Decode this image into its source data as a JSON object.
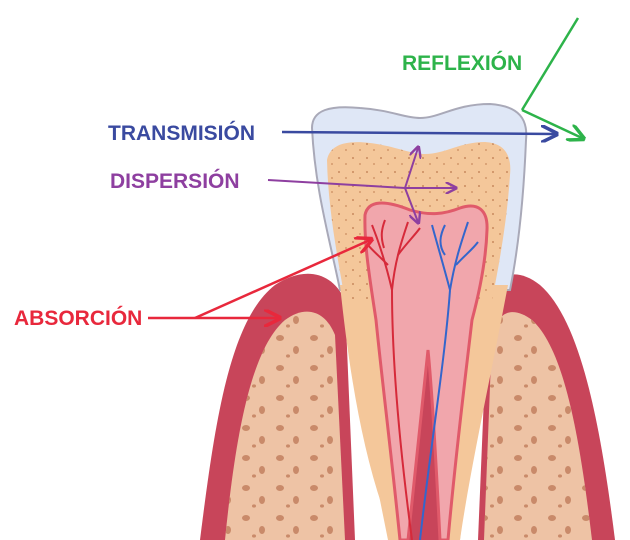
{
  "labels": {
    "reflexion": "REFLEXIÓN",
    "transmision": "TRANSMISIÓN",
    "dispersion": "DISPERSIÓN",
    "absorcion": "ABSORCIÓN"
  },
  "colors": {
    "reflexion": "#2db34a",
    "transmision": "#3a4aa0",
    "dispersion": "#8e3fa0",
    "absorcion": "#e8283c",
    "enamel": "#c9d6ee",
    "dentin": "#f4c79a",
    "pulp": "#e86c7a",
    "gum": "#c8455a",
    "bone": "#eec3a5",
    "nerve_red": "#d62a3a",
    "nerve_blue": "#3366cc"
  }
}
